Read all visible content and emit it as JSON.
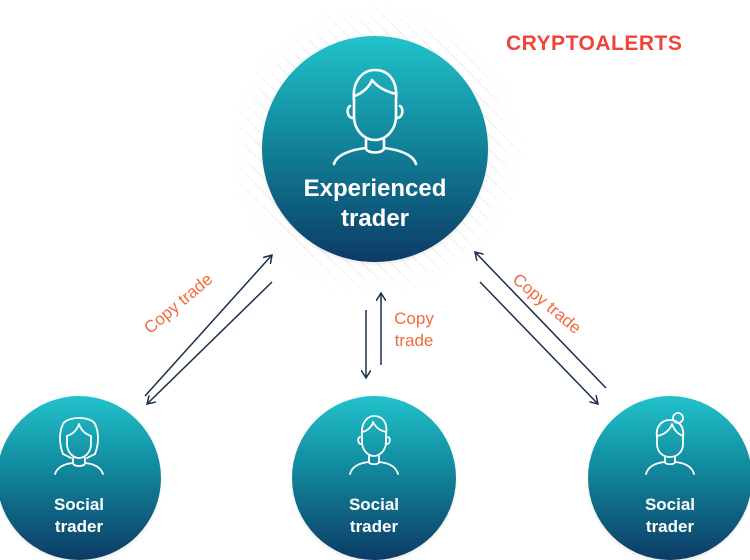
{
  "brand": {
    "text": "CRYPTOALERTS",
    "color": "#f0433a"
  },
  "center_node": {
    "label_line1": "Experienced",
    "label_line2": "trader",
    "icon": "man-avatar-icon"
  },
  "social_nodes": [
    {
      "label_line1": "Social",
      "label_line2": "trader",
      "icon": "woman-long-hair-icon"
    },
    {
      "label_line1": "Social",
      "label_line2": "trader",
      "icon": "man-avatar-icon"
    },
    {
      "label_line1": "Social",
      "label_line2": "trader",
      "icon": "woman-bun-icon"
    }
  ],
  "connections": {
    "left": "Copy trade",
    "middle_line1": "Copy",
    "middle_line2": "trade",
    "right": "Copy trade"
  },
  "colors": {
    "gradient_top": "#22c3cc",
    "gradient_bottom": "#0c3b66",
    "arrow": "#1b2f4a",
    "connection_text": "#f06b3f"
  }
}
